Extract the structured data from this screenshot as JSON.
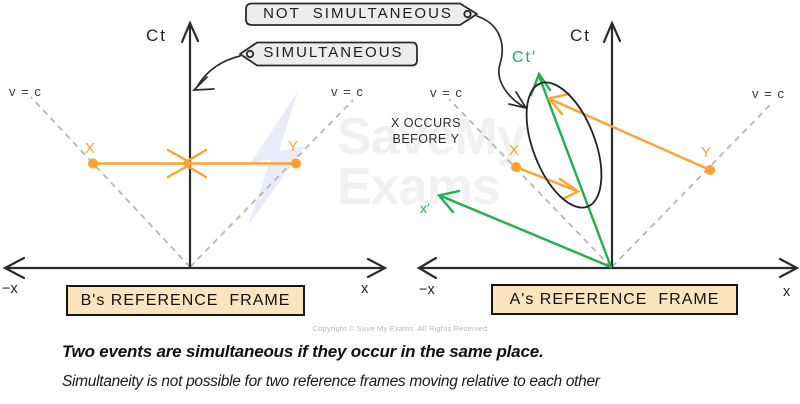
{
  "annotations": {
    "not_simultaneous": "NOT  SIMULTANEOUS",
    "simultaneous": "SIMULTANEOUS"
  },
  "left_diagram": {
    "time_axis": "Ct",
    "vc_left": "v = c",
    "vc_right": "v = c",
    "event_x": "X",
    "event_y": "Y",
    "neg_x": "−x",
    "pos_x": "x",
    "frame_label": "B's REFERENCE  FRAME"
  },
  "right_diagram": {
    "time_axis": "Ct",
    "time_axis_prime": "Ct′",
    "space_axis_prime": "x′",
    "vc_left": "v = c",
    "vc_right": "v = c",
    "event_x": "X",
    "event_y": "Y",
    "neg_x": "−x",
    "pos_x": "x",
    "occurs_note": "X OCCURS\nBEFORE Y",
    "frame_label": "A's REFERENCE  FRAME"
  },
  "footer": {
    "copyright": "Copyright © Save My Exams. All Rights Reserved",
    "line1": "Two events are simultaneous if they occur in the same place.",
    "line2": "Simultaneity is not possible for two reference frames moving relative to each other"
  },
  "watermark": {
    "line1": "SaveMy",
    "line2": "Exams"
  },
  "colors": {
    "event_orange": "#FFA12E",
    "prime_axis_green": "#21AE4E",
    "frame_box_tan": "#FCE4BC",
    "tag_fill_gray": "#ECECEC",
    "light_cone_gray": "#B3B3B3",
    "axis_black": "#2B2B2B"
  }
}
